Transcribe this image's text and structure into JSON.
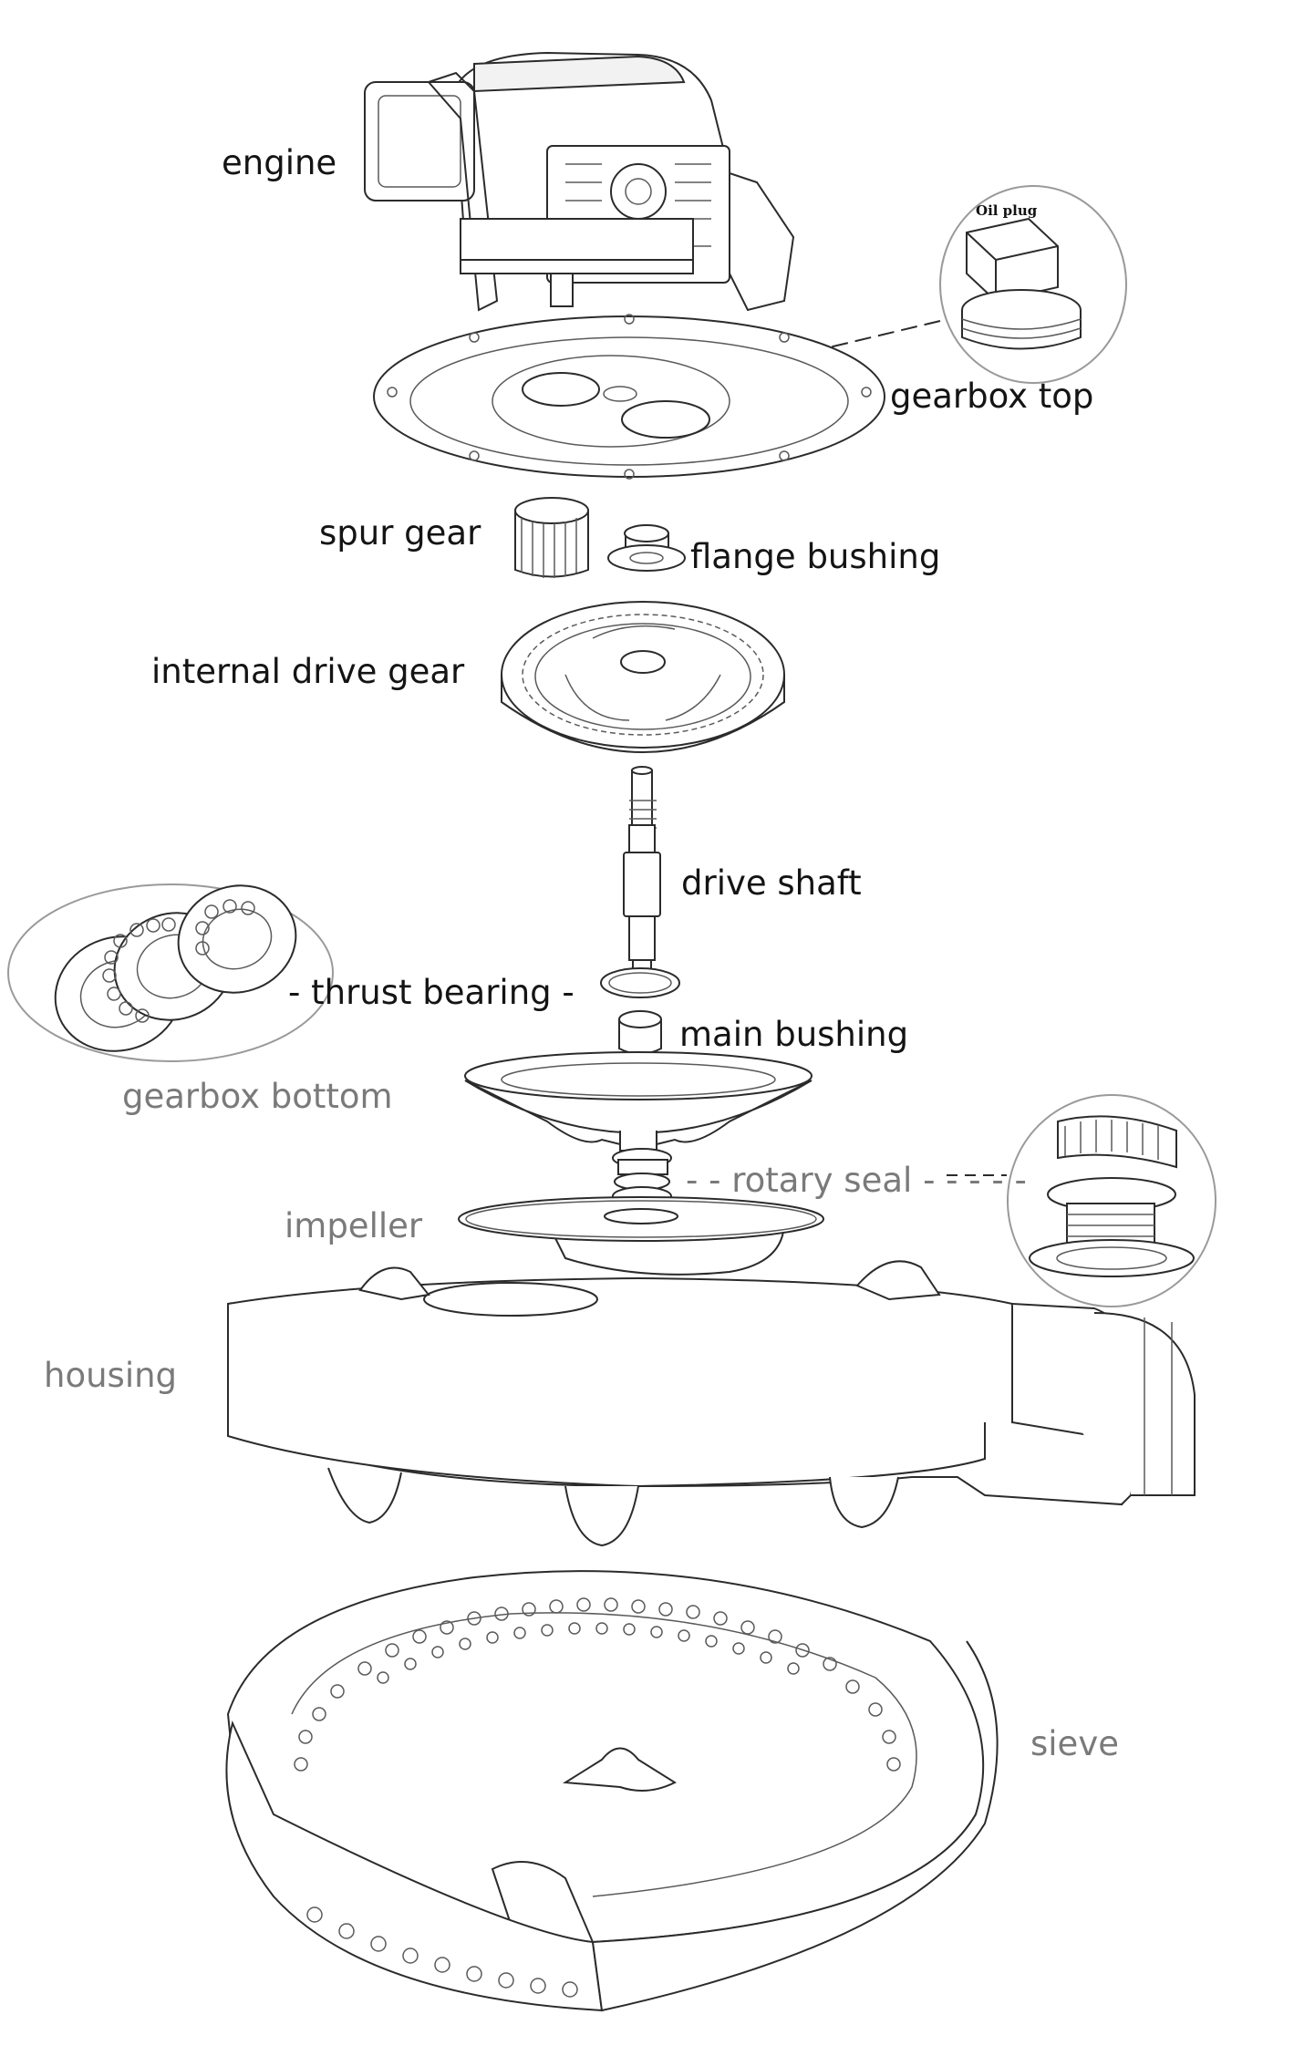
{
  "labels": {
    "engine": "engine",
    "oil_plug": "Oil plug",
    "gearbox_top": "gearbox top",
    "spur_gear": "spur gear",
    "flange_bushing": "flange bushing",
    "internal_drive_gear": "internal drive gear",
    "drive_shaft": "drive shaft",
    "thrust_bearing": "- thrust bearing -",
    "main_bushing": "main bushing",
    "gearbox_bottom": "gearbox bottom",
    "rotary_seal": "- - rotary seal - - - - -",
    "impeller": "impeller",
    "housing": "housing",
    "sieve": "sieve"
  },
  "colors": {
    "line": "#2b2b2b",
    "dark_label": "#141414",
    "grey_label": "#7a7a7a",
    "callout_circle": "#9a9a9a"
  }
}
